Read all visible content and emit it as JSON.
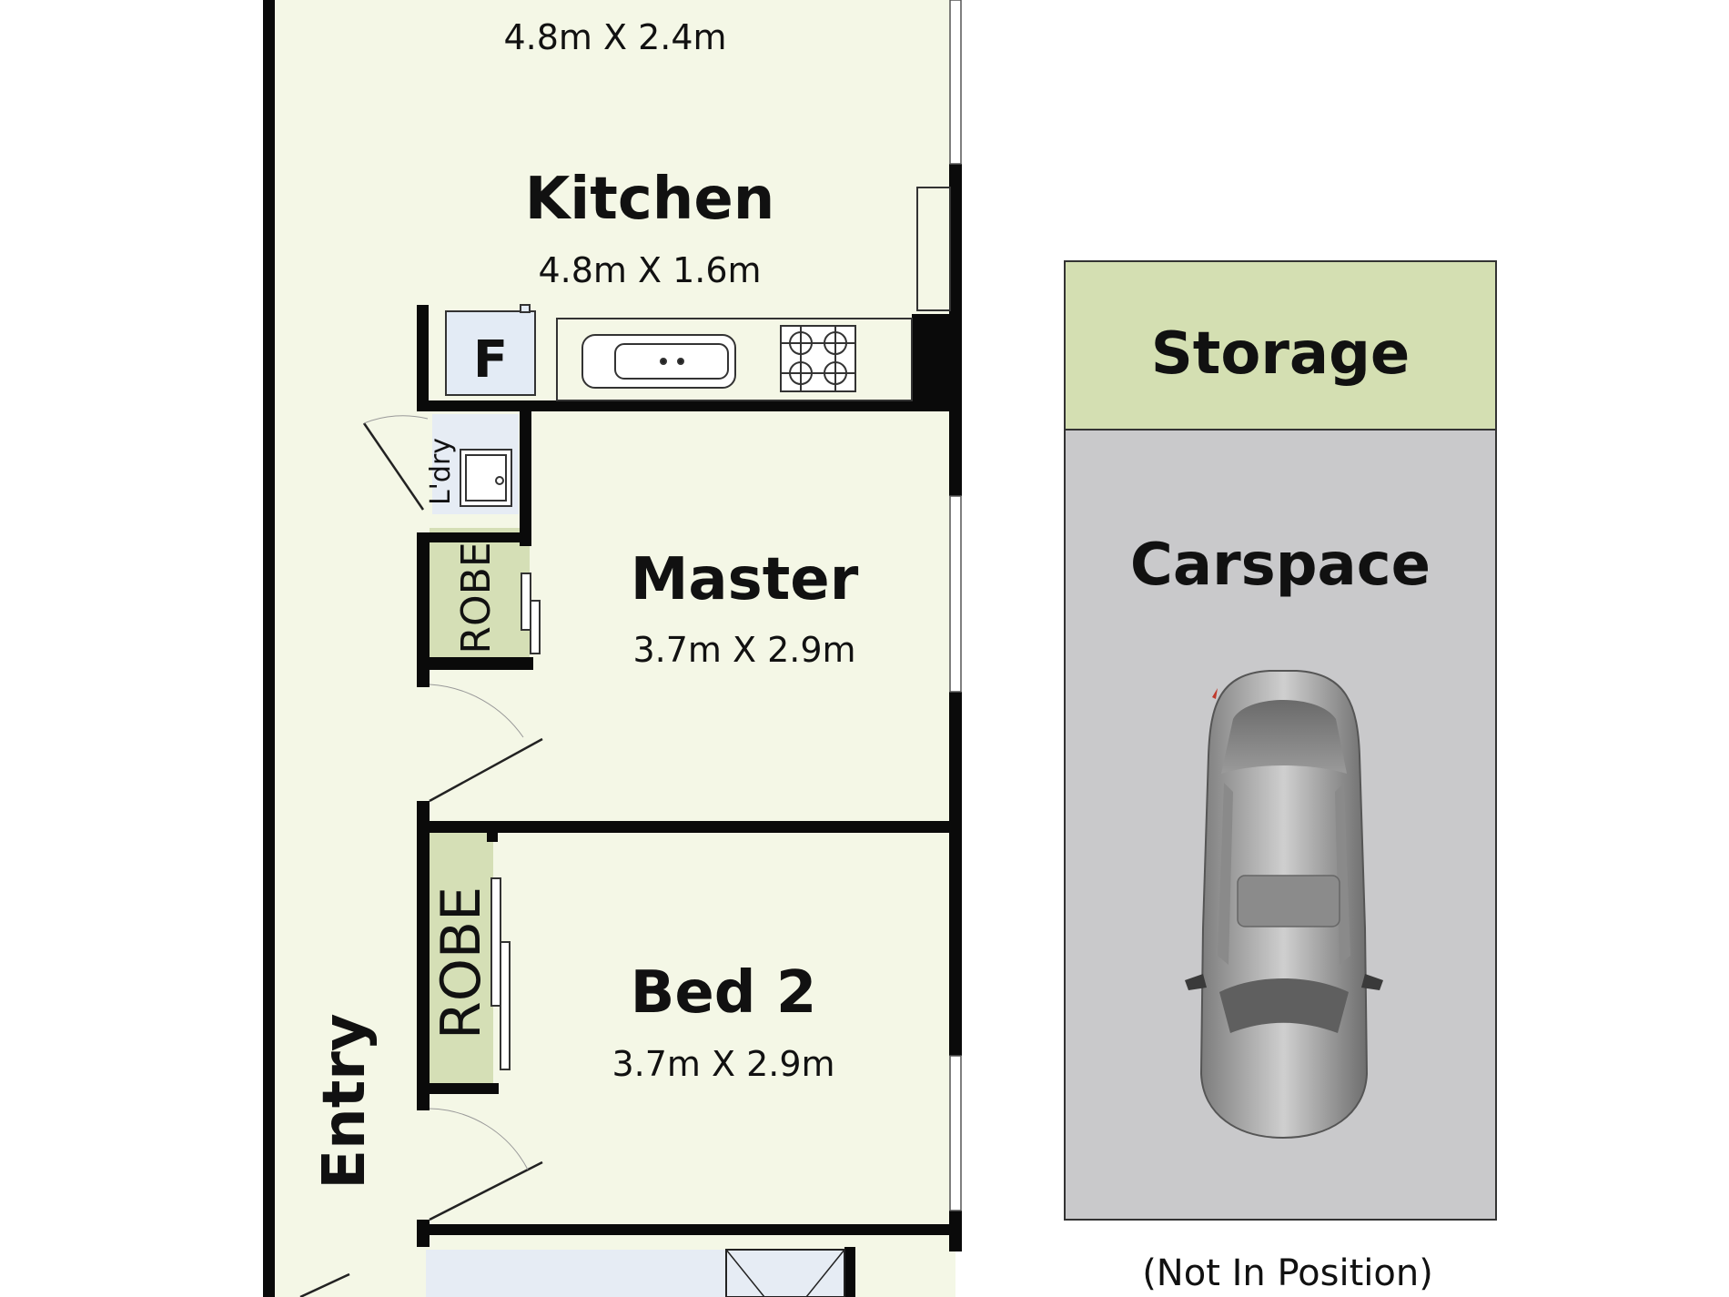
{
  "rooms": {
    "top_room": {
      "dims": "4.8m X 2.4m"
    },
    "kitchen": {
      "name": "Kitchen",
      "dims": "4.8m X 1.6m"
    },
    "master": {
      "name": "Master",
      "dims": "3.7m X 2.9m"
    },
    "bed2": {
      "name": "Bed 2",
      "dims": "3.7m X 2.9m"
    },
    "entry": {
      "name": "Entry"
    },
    "laundry": {
      "name": "L'dry"
    },
    "robe_master": {
      "name": "ROBE"
    },
    "robe_bed2": {
      "name": "ROBE"
    },
    "fridge": {
      "name": "F"
    }
  },
  "carspace": {
    "storage": "Storage",
    "name": "Carspace",
    "note": "(Not In Position)"
  },
  "colors": {
    "room_fill": "#f4f7e6",
    "robe_fill": "#d5dfb6",
    "storage_fill": "#d4dfb2",
    "carspace_fill": "#c9c9cb",
    "wall": "#0a0a0a",
    "bath_fill": "#e6ecf4",
    "fridge_fill": "#e3ebf5"
  }
}
